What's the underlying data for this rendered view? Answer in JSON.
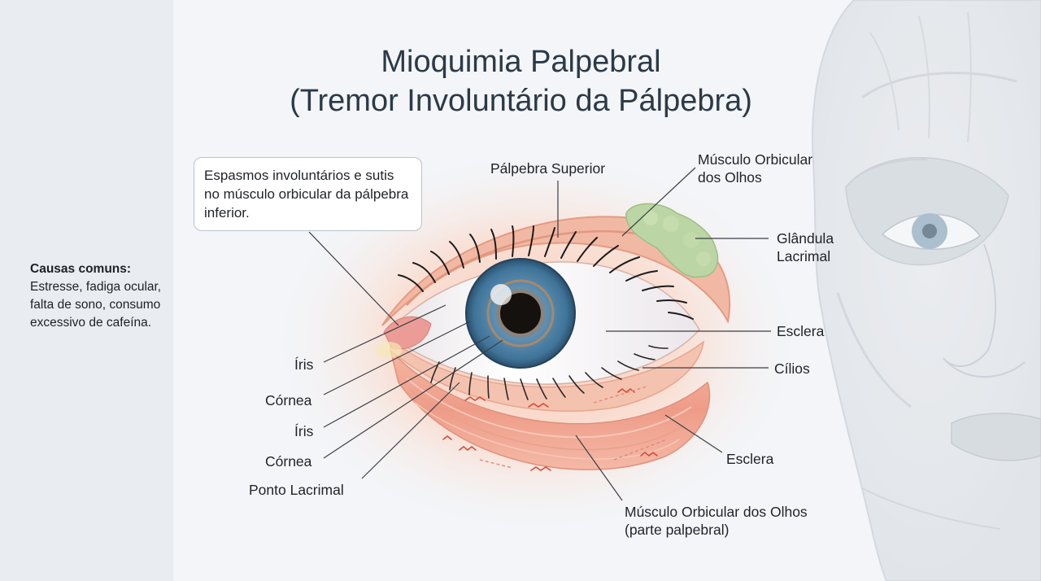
{
  "title": {
    "line1": "Mioquimia Palpebral",
    "line2": "(Tremor Involuntário da Pálpebra)"
  },
  "sidebar": {
    "heading": "Causas comuns:",
    "text": "Estresse, fadiga ocular, falta de sono, consumo excessivo de cafeína."
  },
  "callout": "Espasmos involuntários e sutis no músculo orbicular da pálpebra inferior.",
  "labels": {
    "palpebra_superior": "Pálpebra Superior",
    "musculo_orbicular_top_line1": "Músculo Orbicular",
    "musculo_orbicular_top_line2": "dos Olhos",
    "glandula_line1": "Glândula",
    "glandula_line2": "Lacrimal",
    "esclera_1": "Esclera",
    "cilios": "Cílios",
    "esclera_2": "Esclera",
    "musculo_bottom_line1": "Músculo Orbicular dos Olhos",
    "musculo_bottom_line2": "(parte palpebral)",
    "iris_1": "Íris",
    "cornea_1": "Córnea",
    "iris_2": "Íris",
    "cornea_2": "Córnea",
    "ponto_lacrimal": "Ponto Lacrimal"
  },
  "colors": {
    "iris": "#3f7398",
    "pupil": "#15110f",
    "skin": "#f6c4ae",
    "muscle": "#ef9f8b",
    "gland": "#b9d3a2",
    "twitch": "#d84a3a"
  }
}
